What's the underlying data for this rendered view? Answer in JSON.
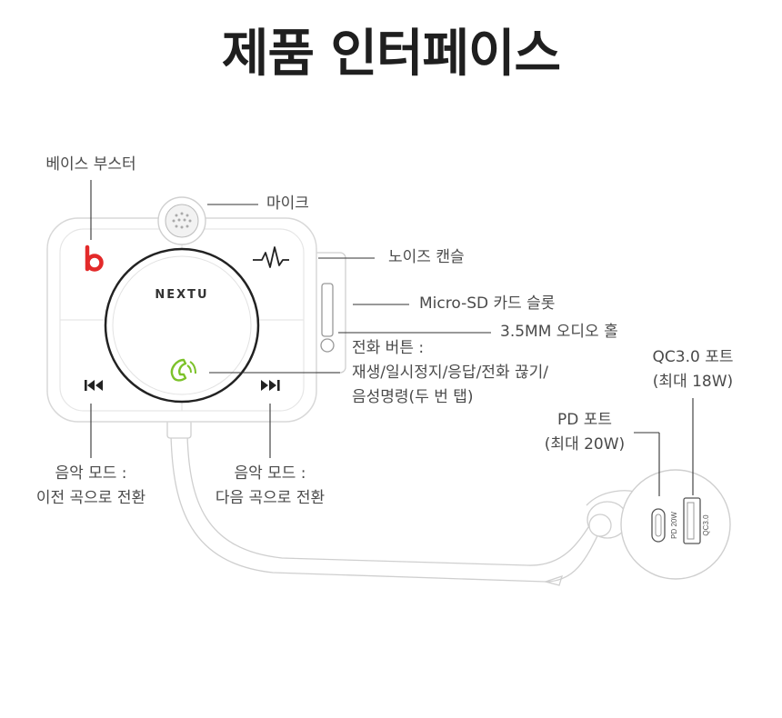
{
  "title": "제품 인터페이스",
  "device": {
    "brand": "NEXTU",
    "bass_icon_color": "#e32a2a",
    "call_icon_color": "#7cc22a"
  },
  "charger": {
    "pd_port_text": "PD 20W",
    "qc_port_text": "QC3.0"
  },
  "labels": {
    "bass_boost": "베이스 부스터",
    "mic": "마이크",
    "noise_cancel": "노이즈 캔슬",
    "micro_sd": "Micro-SD 카드 슬롯",
    "audio_hole": "3.5MM 오디오 홀",
    "call_button": [
      "전화 버튼 :",
      "재생/일시정지/응답/전화 끊기/",
      "음성명령(두 번 탭)"
    ],
    "qc_port": [
      "QC3.0 포트",
      "(최대 18W)"
    ],
    "pd_port": [
      "PD 포트",
      "(최대 20W)"
    ],
    "prev_track": [
      "음악 모드 :",
      "이전 곡으로 전환"
    ],
    "next_track": [
      "음악 모드 :",
      "다음 곡으로 전환"
    ]
  }
}
